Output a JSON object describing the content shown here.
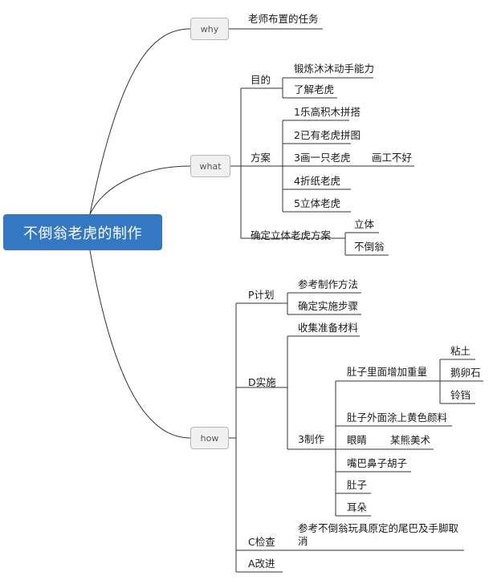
{
  "root": "不倒翁老虎的制作",
  "why": {
    "label": "why",
    "items": [
      "老师布置的任务"
    ]
  },
  "what": {
    "label": "what",
    "goal": {
      "label": "目的",
      "items": [
        "锻炼沐沐动手能力",
        "了解老虎"
      ]
    },
    "plan": {
      "label": "方案",
      "items": [
        "1乐高积木拼搭",
        "2已有老虎拼图",
        "3画一只老虎",
        "4折纸老虎",
        "5立体老虎"
      ],
      "item3_note": "画工不好"
    },
    "decide": {
      "label": "确定立体老虎方案",
      "items": [
        "立体",
        "不倒翁"
      ]
    }
  },
  "how": {
    "label": "how",
    "p": {
      "label": "P计划",
      "items": [
        "参考制作方法",
        "确定实施步骤"
      ]
    },
    "d": {
      "label": "D实施",
      "collect": "收集准备材料",
      "make": {
        "label": "3制作",
        "weight": {
          "label": "肚子里面增加重量",
          "items": [
            "粘土",
            "鹅卵石",
            "铃铛"
          ]
        },
        "paint": "肚子外面涂上黄色颜料",
        "eyes": {
          "label": "眼睛",
          "note": "某熊美术"
        },
        "mouth": "嘴巴鼻子胡子",
        "belly": "肚子",
        "ears": "耳朵"
      }
    },
    "c": {
      "label": "C检查",
      "item": "参考不倒翁玩具原定的尾巴及手脚取消"
    },
    "a": {
      "label": "A改进"
    }
  }
}
